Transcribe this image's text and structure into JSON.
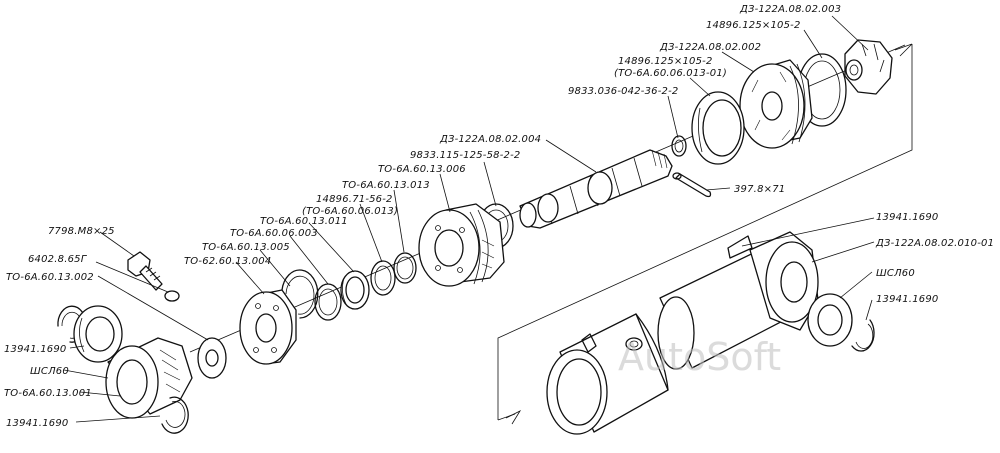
{
  "watermark": "AutoSoft",
  "labels": {
    "d3_003": "ДЗ-122А.08.02.003",
    "n14896_125_105_a": "14896.125×105-2",
    "d3_002": "ДЗ-122А.08.02.002",
    "n14896_125_105_b": "14896.125×105-2",
    "t0_6a_60_06_013_01": "(ТО-6А.60.06.013-01)",
    "n9833_036": "9833.036-042-36-2-2",
    "d3_004": "ДЗ-122А.08.02.004",
    "n9833_115": "9833.115-125-58-2-2",
    "t0_6a_60_13_006": "ТО-6А.60.13.006",
    "t0_6a_60_13_013": "ТО-6А.60.13.013",
    "n14896_71_56": "14896.71-56-2",
    "t0_6a_60_06_013": "(ТО-6А.60.06.013)",
    "t0_6a_60_13_011": "ТО-6А.60.13.011",
    "t0_6a_60_06_003": "ТО-6А.60.06.003",
    "t0_6a_60_13_005": "ТО-6А.60.13.005",
    "t0_62_60_13_004": "ТО-62.60.13.004",
    "n7798": "7798.М8×25",
    "n6402": "6402.8.65Г",
    "t0_6a_60_13_002": "ТО-6А.60.13.002",
    "n13941_left_top": "13941.1690",
    "shsl60_left": "ШСЛ60",
    "t0_6a_60_13_001": "ТО-6А.60.13.001",
    "n13941_left_bottom": "13941.1690",
    "n397": "397.8×71",
    "n13941_right_top": "13941.1690",
    "d3_010_01": "ДЗ-122А.08.02.010-01",
    "shsl60_right": "ШСЛ60",
    "n13941_right_bottom": "13941.1690"
  }
}
